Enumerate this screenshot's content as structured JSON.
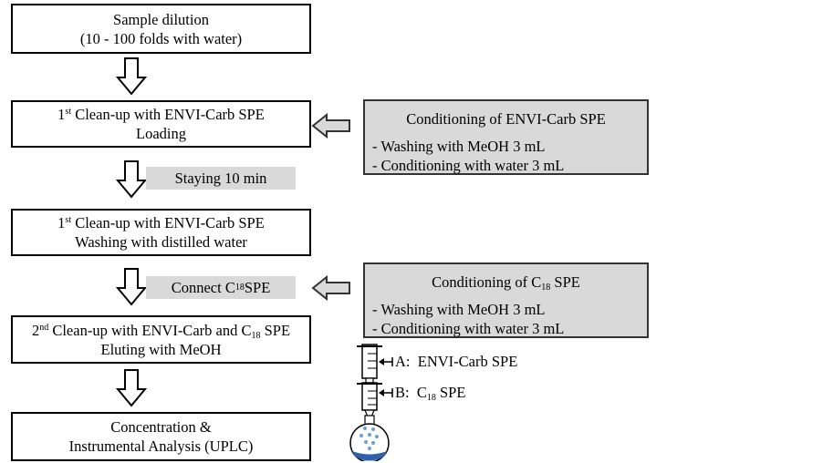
{
  "steps": [
    {
      "line1": "Sample dilution",
      "line2": "(10 - 100 folds with water)"
    },
    {
      "prefix": "1",
      "sup": "st",
      "line1": " Clean-up with ENVI-Carb SPE",
      "line2": "Loading"
    },
    {
      "prefix": "1",
      "sup": "st",
      "line1": " Clean-up with ENVI-Carb SPE",
      "line2": "Washing with distilled water"
    },
    {
      "prefix": "2",
      "sup": "nd",
      "line1a": " Clean-up with ENVI-Carb and C",
      "sub": "18",
      "line1b": " SPE",
      "line2": "Eluting with MeOH"
    },
    {
      "line1": "Concentration &",
      "line2": "Instrumental Analysis (UPLC)"
    }
  ],
  "tags": {
    "staying": "Staying 10 min",
    "connect_a": "Connect C",
    "connect_sub": "18",
    "connect_b": " SPE"
  },
  "conditioning": [
    {
      "title": "Conditioning of ENVI-Carb SPE",
      "items": [
        "- Washing with MeOH 3 mL",
        "- Conditioning with water 3 mL"
      ]
    },
    {
      "title_a": "Conditioning of C",
      "title_sub": "18",
      "title_b": " SPE",
      "items": [
        "- Washing with MeOH 3 mL",
        "- Conditioning with water 3 mL"
      ]
    }
  ],
  "syringe": {
    "a_prefix": "A:",
    "a_label": "ENVI-Carb SPE",
    "b_prefix": "B:",
    "b_label_a": "C",
    "b_sub": "18",
    "b_label_b": " SPE"
  }
}
